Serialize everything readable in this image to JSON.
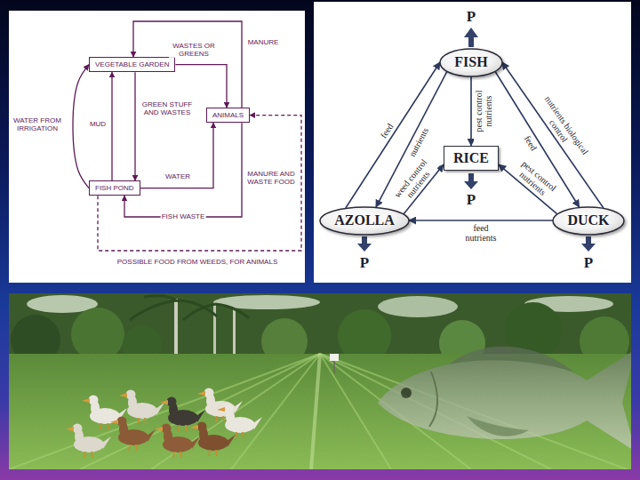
{
  "diagram": {
    "nodes": [
      {
        "text": [
          "VEGETABLE GARDEN"
        ]
      },
      {
        "text": [
          "ANIMALS"
        ]
      },
      {
        "text": [
          "FISH POND"
        ]
      },
      {
        "text": [
          "FISH"
        ]
      },
      {
        "text": [
          "RICE"
        ]
      },
      {
        "text": [
          "AZOLLA"
        ]
      },
      {
        "text": [
          "DUCK"
        ]
      }
    ],
    "edges": [
      {
        "from": 0,
        "to": 1,
        "arrow": "to",
        "label": "WASTES OR GREENS"
      },
      {
        "from": 1,
        "to": 0,
        "arrow": "to",
        "label": "MANURE"
      },
      {
        "from": 0,
        "to": 2,
        "arrow": "to",
        "label": "GREEN STUFF AND WASTES"
      },
      {
        "from": 2,
        "to": 0,
        "arrow": "to",
        "label": "MUD"
      },
      {
        "from": 2,
        "to": 0,
        "arrow": "to",
        "label": "WATER FROM IRRIGATION"
      },
      {
        "from": 2,
        "to": 1,
        "arrow": "to",
        "label": "WATER"
      },
      {
        "from": 1,
        "to": 2,
        "arrow": "to",
        "label": "MANURE AND WASTE FOOD"
      },
      {
        "from": 2,
        "to": 1,
        "arrow": "to",
        "label": "POSSIBLE FOOD FROM WEEDS, FOR ANIMALS"
      },
      {
        "from": 5,
        "to": 3,
        "arrow": "to",
        "label": "feed"
      },
      {
        "from": 3,
        "to": 5,
        "arrow": "to",
        "label": "nutrients"
      },
      {
        "from": 3,
        "to": 4,
        "arrow": "to",
        "label": "pest control nutrients"
      },
      {
        "from": 6,
        "to": 3,
        "arrow": "to",
        "label": "nutrients biological control"
      },
      {
        "from": 3,
        "to": 6,
        "arrow": "to",
        "label": "feed"
      },
      {
        "from": 5,
        "to": 4,
        "arrow": "to",
        "label": "weed control nutrients"
      },
      {
        "from": 6,
        "to": 4,
        "arrow": "to",
        "label": "pest control nutrients"
      },
      {
        "from": 6,
        "to": 5,
        "arrow": "to",
        "label": "feed nutrients"
      }
    ],
    "labels": [
      "FISH WASTE",
      "P",
      "P",
      "P",
      "P"
    ]
  }
}
